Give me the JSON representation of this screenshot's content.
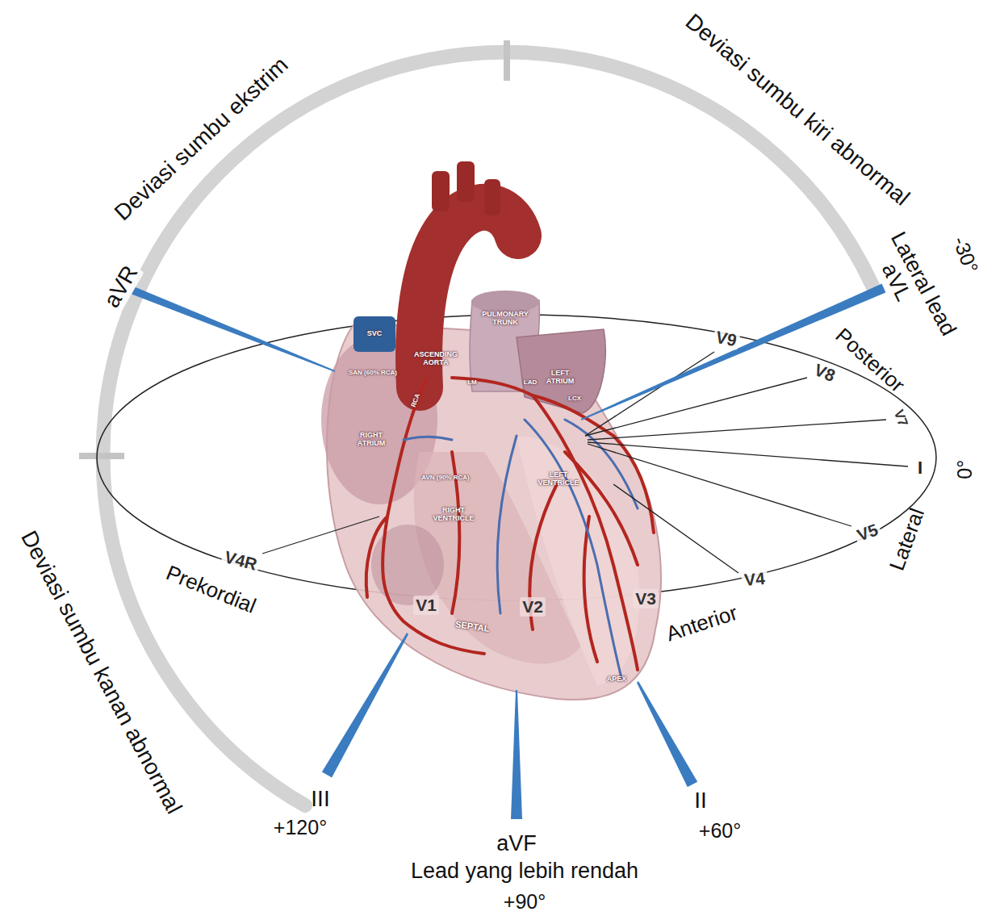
{
  "diagram": {
    "labels": [
      "Deviasi sumbu ekstrim",
      "Deviasi sumbu kiri abnormal",
      "Lateral lead",
      "-30°",
      "aVR",
      "aVL",
      "Posterior",
      "V9",
      "V8",
      "V7",
      "I",
      "0°",
      "Lateral",
      "V5",
      "V4",
      "Anterior",
      "V3",
      "V2",
      "V1",
      "V4R",
      "Prekordial",
      "Deviasi sumbu kanan abnormal",
      "III",
      "+120°",
      "aVF",
      "Lead yang lebih rendah",
      "+90°",
      "II",
      "+60°",
      "SVC",
      "SAN (60% RCA)",
      "ASCENDING AORTA",
      "PULMONARY TRUNK",
      "LEFT ATRIUM",
      "RIGHT ATRIUM",
      "AVN (90% RCA)",
      "RIGHT VENTRICLE",
      "LEFT VENTRICLE",
      "SEPTAL",
      "APEX",
      "RCA",
      "LM",
      "LAD",
      "LCX"
    ]
  }
}
